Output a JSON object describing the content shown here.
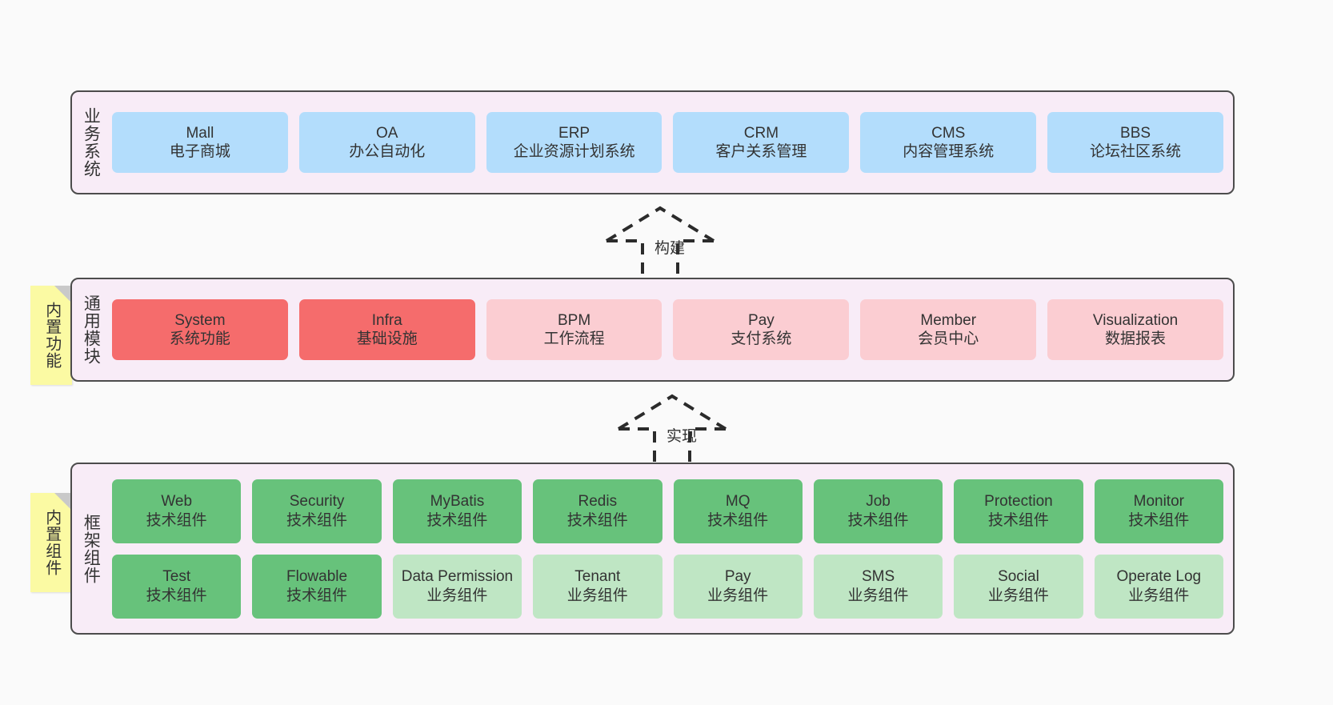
{
  "diagram": {
    "background": "#fafafa",
    "colors": {
      "panel_bg": "#f8ecf7",
      "panel_border": "#4c4c4c",
      "blue": "#b3ddfc",
      "red": "#f56c6c",
      "pink": "#fbcdd2",
      "green": "#67c27b",
      "green_light": "#bfe6c4",
      "note_yellow": "#fbfaa3",
      "note_fold": "#c9c9c9",
      "text": "#333333"
    }
  },
  "layers": {
    "business": {
      "title": "业务系统",
      "boxes": [
        {
          "name": "Mall",
          "desc": "电子商城"
        },
        {
          "name": "OA",
          "desc": "办公自动化"
        },
        {
          "name": "ERP",
          "desc": "企业资源计划系统"
        },
        {
          "name": "CRM",
          "desc": "客户关系管理"
        },
        {
          "name": "CMS",
          "desc": "内容管理系统"
        },
        {
          "name": "BBS",
          "desc": "论坛社区系统"
        }
      ]
    },
    "common": {
      "title": "通用模块",
      "note": "内置功能",
      "boxes": [
        {
          "name": "System",
          "desc": "系统功能",
          "color": "red"
        },
        {
          "name": "Infra",
          "desc": "基础设施",
          "color": "red"
        },
        {
          "name": "BPM",
          "desc": "工作流程",
          "color": "pink"
        },
        {
          "name": "Pay",
          "desc": "支付系统",
          "color": "pink"
        },
        {
          "name": "Member",
          "desc": "会员中心",
          "color": "pink"
        },
        {
          "name": "Visualization",
          "desc": "数据报表",
          "color": "pink"
        }
      ]
    },
    "framework": {
      "title": "框架组件",
      "note": "内置组件",
      "row1": [
        {
          "name": "Web",
          "desc": "技术组件",
          "color": "green"
        },
        {
          "name": "Security",
          "desc": "技术组件",
          "color": "green"
        },
        {
          "name": "MyBatis",
          "desc": "技术组件",
          "color": "green"
        },
        {
          "name": "Redis",
          "desc": "技术组件",
          "color": "green"
        },
        {
          "name": "MQ",
          "desc": "技术组件",
          "color": "green"
        },
        {
          "name": "Job",
          "desc": "技术组件",
          "color": "green"
        },
        {
          "name": "Protection",
          "desc": "技术组件",
          "color": "green"
        },
        {
          "name": "Monitor",
          "desc": "技术组件",
          "color": "green"
        }
      ],
      "row2": [
        {
          "name": "Test",
          "desc": "技术组件",
          "color": "green"
        },
        {
          "name": "Flowable",
          "desc": "技术组件",
          "color": "green"
        },
        {
          "name": "Data Permission",
          "desc": "业务组件",
          "color": "green_light"
        },
        {
          "name": "Tenant",
          "desc": "业务组件",
          "color": "green_light"
        },
        {
          "name": "Pay",
          "desc": "业务组件",
          "color": "green_light"
        },
        {
          "name": "SMS",
          "desc": "业务组件",
          "color": "green_light"
        },
        {
          "name": "Social",
          "desc": "业务组件",
          "color": "green_light"
        },
        {
          "name": "Operate Log",
          "desc": "业务组件",
          "color": "green_light"
        }
      ]
    }
  },
  "arrows": [
    {
      "id": "build",
      "label": "构建"
    },
    {
      "id": "implement",
      "label": "实现"
    }
  ]
}
